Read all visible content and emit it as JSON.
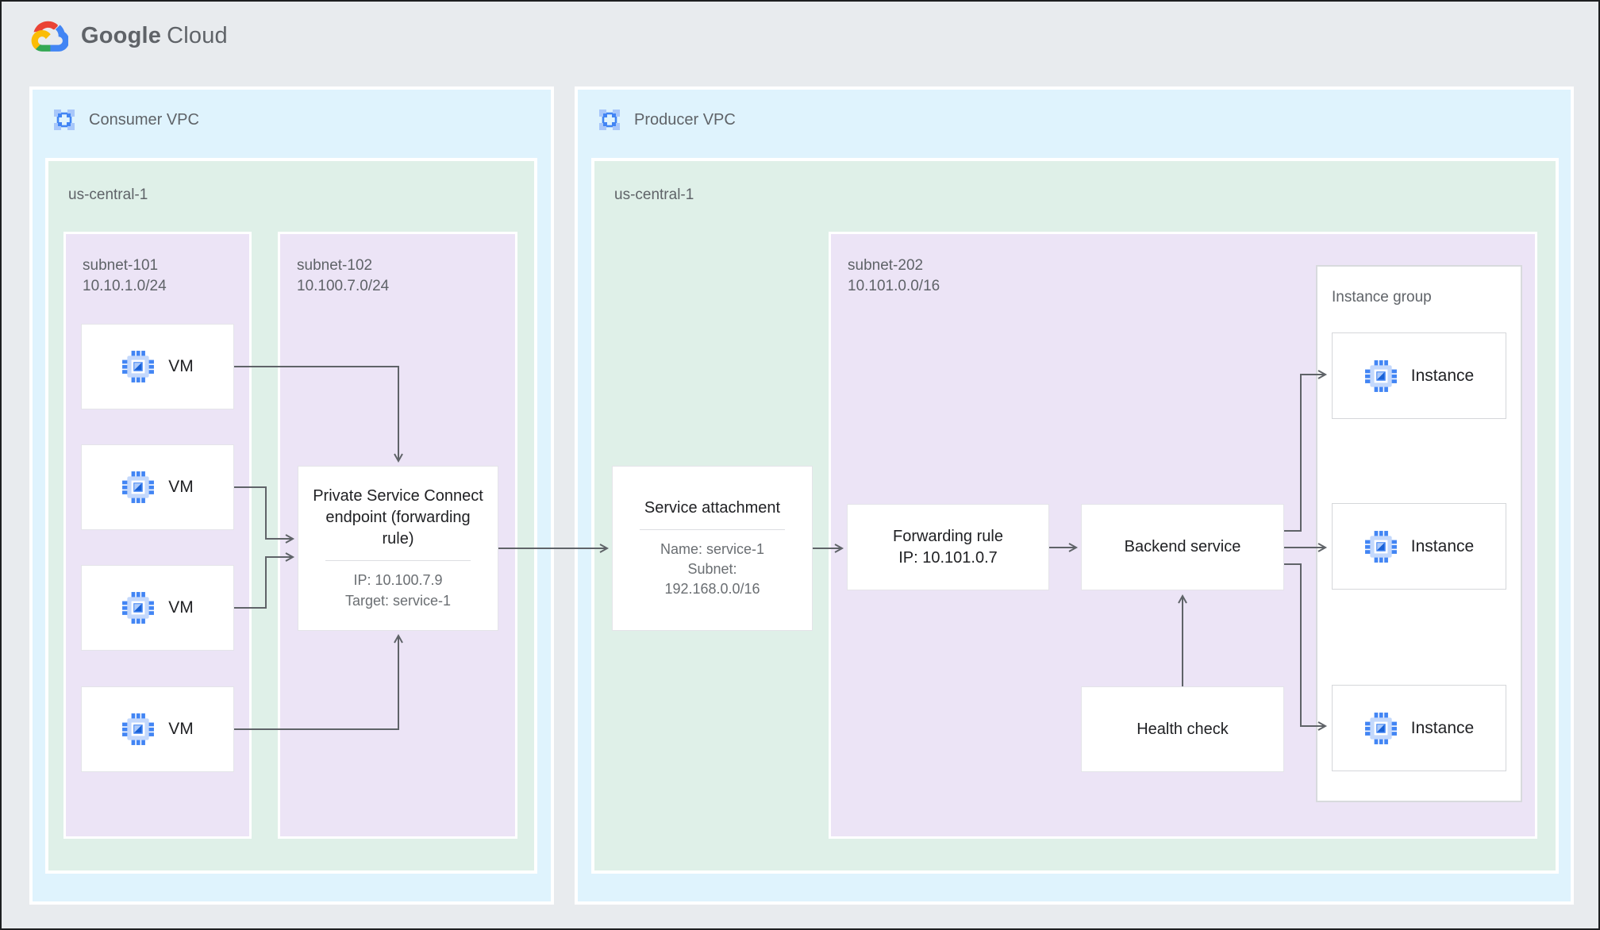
{
  "logo": {
    "google": "Google",
    "cloud": "Cloud"
  },
  "colors": {
    "page_bg": "#e8ebee",
    "vpc_bg": "#dff3fd",
    "region_bg": "#dff0e8",
    "subnet_bg": "#ece4f6",
    "accent_blue": "#4285f4",
    "arrow": "#5f6368"
  },
  "consumer_vpc": {
    "label": "Consumer VPC",
    "region": {
      "label": "us-central-1",
      "subnets": [
        {
          "name": "subnet-101",
          "cidr": "10.10.1.0/24",
          "vms": [
            "VM",
            "VM",
            "VM",
            "VM"
          ]
        },
        {
          "name": "subnet-102",
          "cidr": "10.100.7.0/24",
          "endpoint": {
            "title": "Private Service Connect endpoint (forwarding rule)",
            "details": [
              "IP: 10.100.7.9",
              "Target: service-1"
            ]
          }
        }
      ]
    }
  },
  "producer_vpc": {
    "label": "Producer VPC",
    "region": {
      "label": "us-central-1",
      "service_attachment": {
        "title": "Service attachment",
        "details": [
          "Name: service-1",
          "Subnet:",
          "192.168.0.0/16"
        ]
      },
      "subnet": {
        "name": "subnet-202",
        "cidr": "10.101.0.0/16",
        "forwarding_rule": {
          "line1": "Forwarding rule",
          "line2": "IP: 10.101.0.7"
        },
        "backend_service": "Backend service",
        "health_check": "Health check",
        "instance_group": {
          "label": "Instance group",
          "instances": [
            "Instance",
            "Instance",
            "Instance"
          ]
        }
      }
    }
  }
}
